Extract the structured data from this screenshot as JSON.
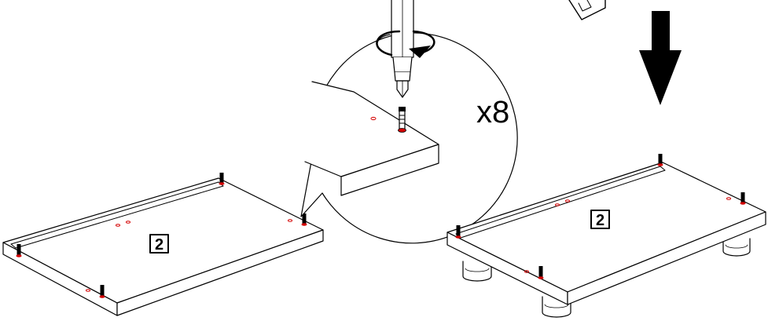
{
  "step": {
    "left_panel": {
      "part_number": "2"
    },
    "right_panel": {
      "part_number": "2"
    },
    "detail": {
      "quantity": "x8"
    }
  },
  "colors": {
    "line": "#000000",
    "hole_marker": "#d40000",
    "background": "#ffffff"
  },
  "icons": [
    "screwdriver-icon",
    "rotation-arrow-icon",
    "down-arrow-icon",
    "dowel-icon"
  ]
}
